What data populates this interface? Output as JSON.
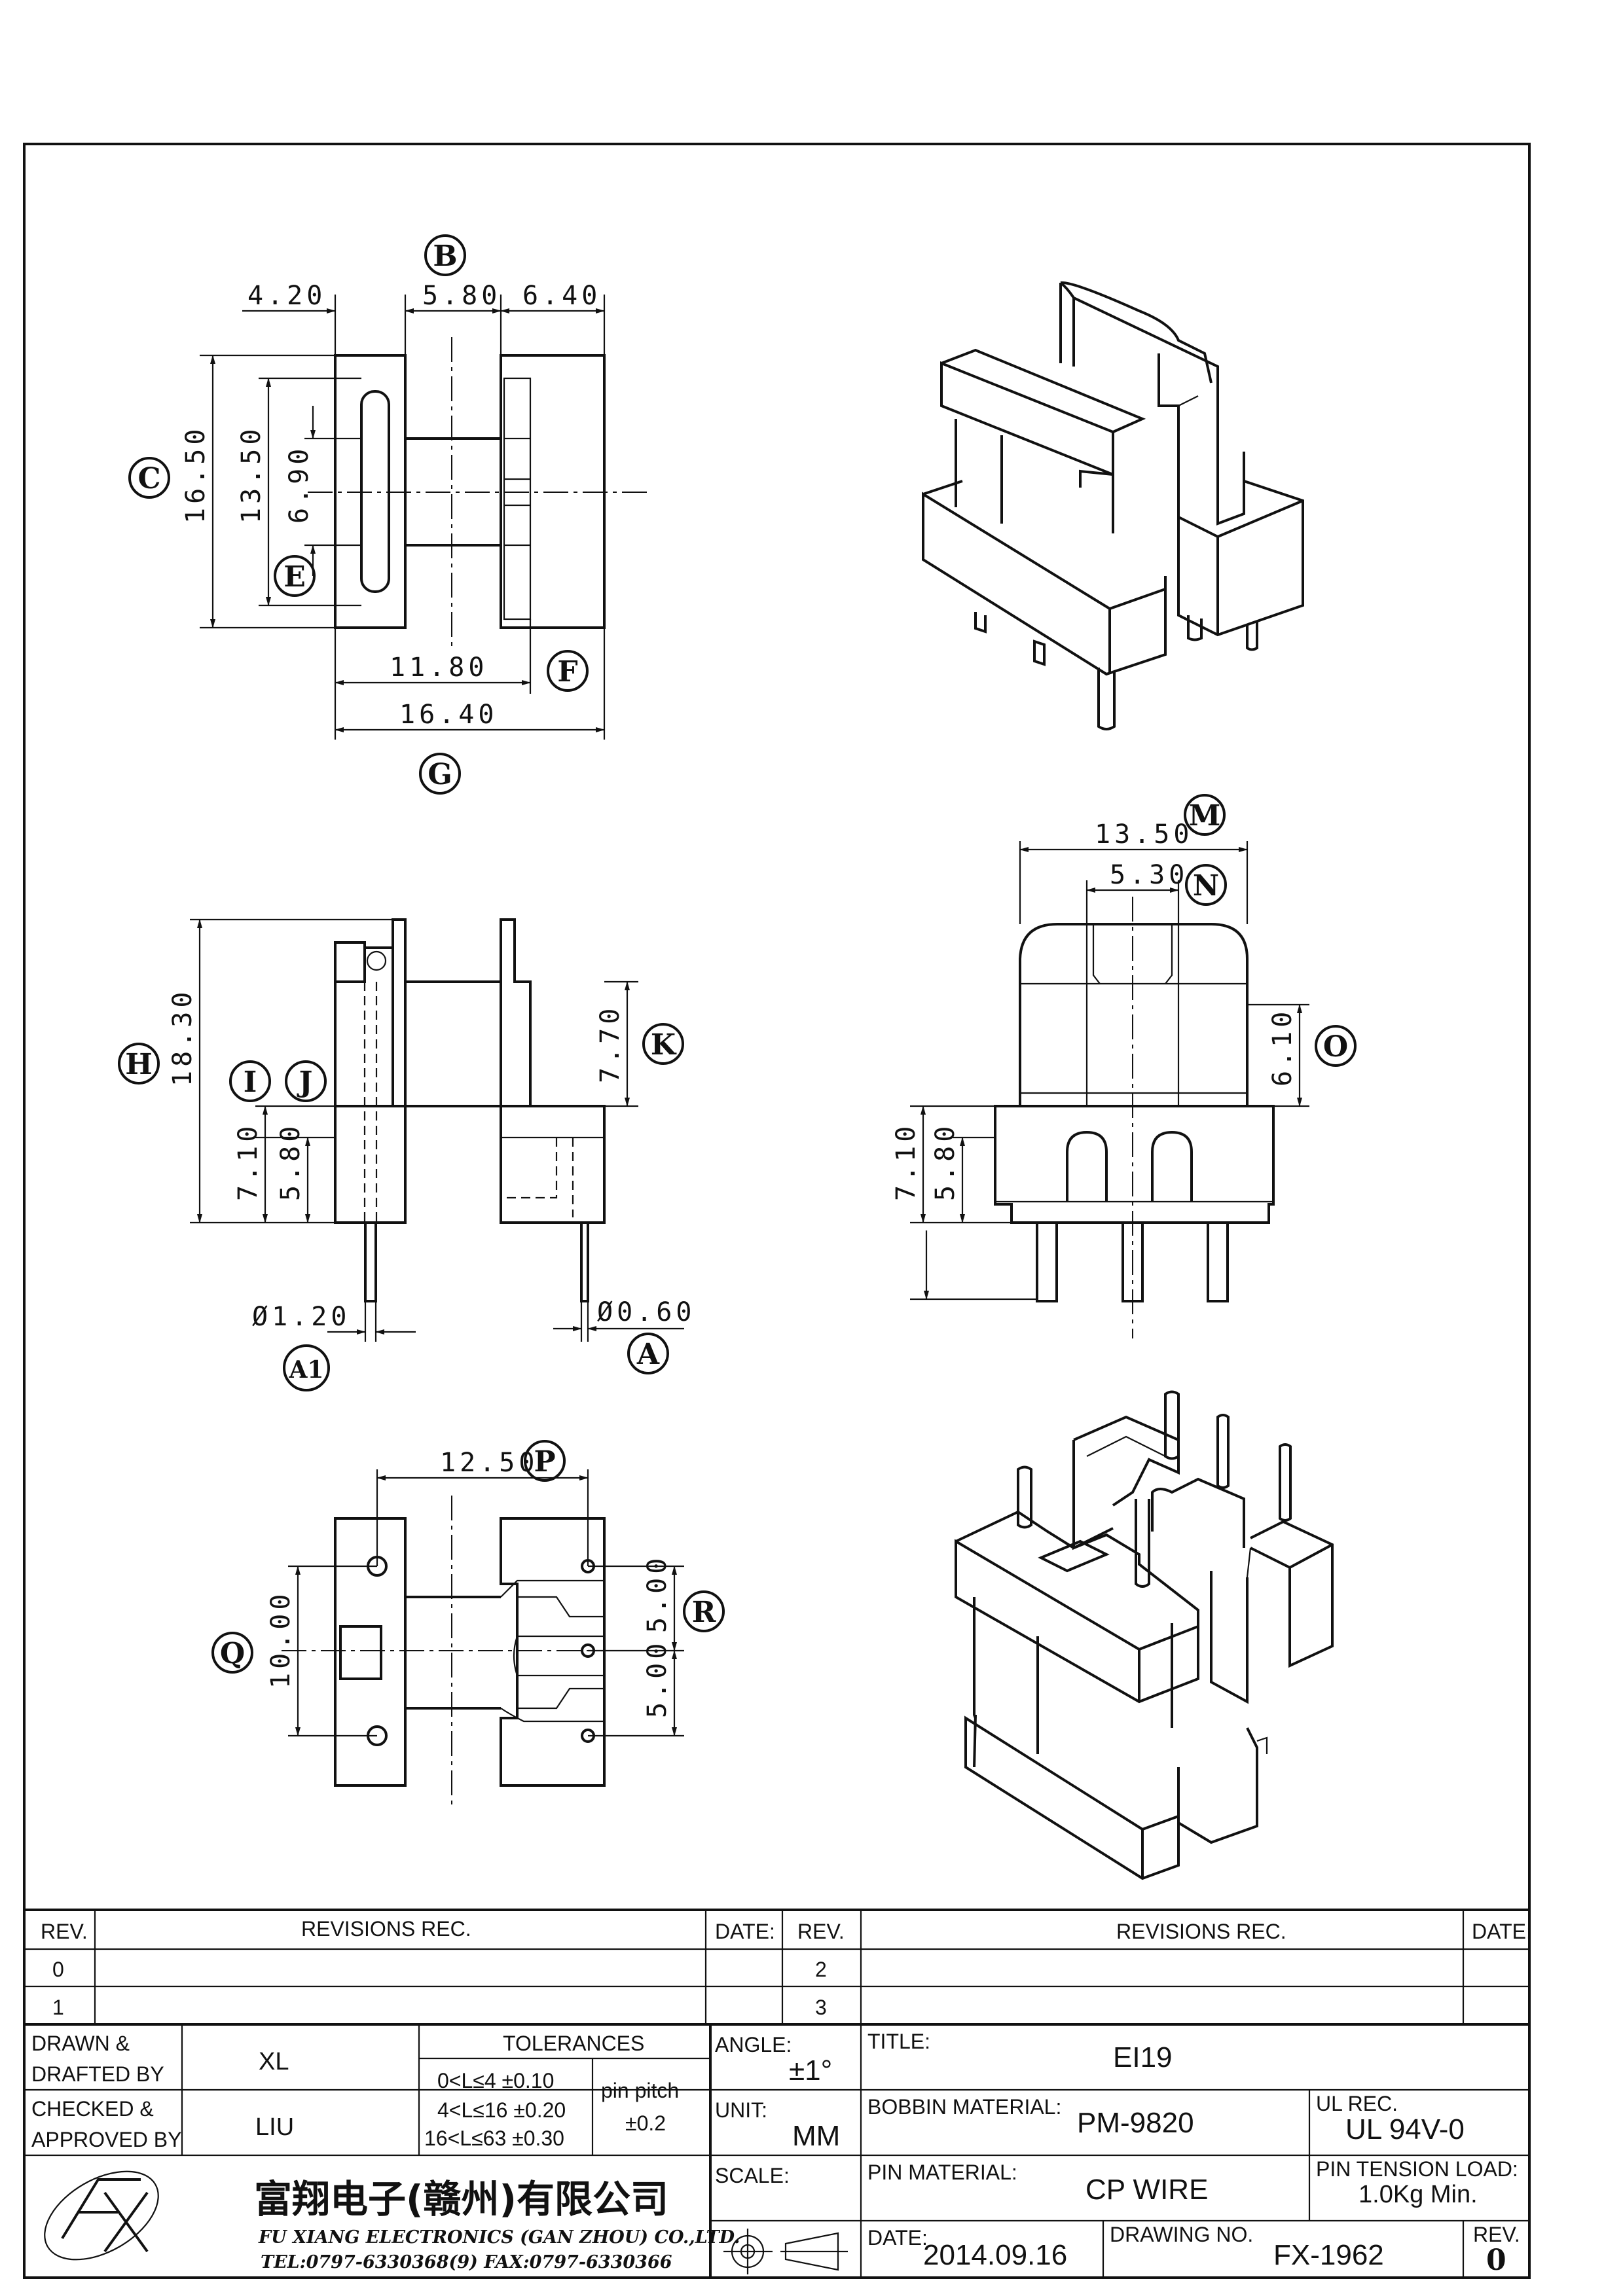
{
  "dims": {
    "d_4_20": "4.20",
    "d_5_80_top": "5.80",
    "d_6_40": "6.40",
    "d_16_50": "16.50",
    "d_13_50_side": "13.50",
    "d_6_90": "6.90",
    "d_11_80": "11.80",
    "d_16_40": "16.40",
    "d_18_30": "18.30",
    "d_7_70": "7.70",
    "d_7_10_l": "7.10",
    "d_5_80_l": "5.80",
    "d_dia_1_20": "Ø1.20",
    "d_dia_0_60": "Ø0.60",
    "d_13_50_r": "13.50",
    "d_5_30": "5.30",
    "d_6_10": "6.10",
    "d_7_10_r": "7.10",
    "d_5_80_r": "5.80",
    "d_12_50": "12.50",
    "d_10_00": "10.00",
    "d_5_00_a": "5.00",
    "d_5_00_b": "5.00"
  },
  "bubbles": {
    "B": "B",
    "C": "C",
    "E": "E",
    "F": "F",
    "G": "G",
    "H": "H",
    "I": "I",
    "J": "J",
    "K": "K",
    "A1": "A1",
    "A": "A",
    "M": "M",
    "N": "N",
    "O": "O",
    "P": "P",
    "Q": "Q",
    "R": "R"
  },
  "title_block": {
    "rev_header": "REV.",
    "revisions_header": "REVISIONS   REC.",
    "date_header": "DATE:",
    "rev_0": "0",
    "rev_1": "1",
    "rev_2": "2",
    "rev_3": "3",
    "drawn_label_1": "DRAWN  &",
    "drawn_label_2": "DRAFTED  BY",
    "drawn_value": "XL",
    "checked_label_1": "CHECKED  &",
    "checked_label_2": "APPROVED  BY",
    "checked_value": "LIU",
    "tolerances_header": "TOLERANCES",
    "tol_1": "0<L≤4    ±0.10",
    "tol_2": "4<L≤16  ±0.20",
    "tol_3": "16<L≤63  ±0.30",
    "pin_pitch_label": "pin  pitch",
    "pin_pitch_value": "±0.2",
    "angle_label": "ANGLE:",
    "angle_value": "±1°",
    "unit_label": "UNIT:",
    "unit_value": "MM",
    "scale_label": "SCALE:",
    "title_label": "TITLE:",
    "title_value": "EI19",
    "bobbin_label": "BOBBIN  MATERIAL:",
    "bobbin_value": "PM-9820",
    "ul_label": "UL  REC.",
    "ul_value": "UL  94V-0",
    "pin_material_label": "PIN  MATERIAL:",
    "pin_material_value": "CP  WIRE",
    "tension_label": "PIN  TENSION  LOAD:",
    "tension_value": "1.0Kg  Min.",
    "date_label": "DATE:",
    "date_value": "2014.09.16",
    "drawing_no_label": "DRAWING  NO.",
    "drawing_no_value": "FX-1962",
    "rev_label": "REV.",
    "rev_value": "0",
    "company_cn": "富翔电子(赣州)有限公司",
    "company_en": "FU XIANG ELECTRONICS (GAN ZHOU) CO.,LTD.",
    "company_tel": "TEL:0797-6330368(9)     FAX:0797-6330366"
  }
}
